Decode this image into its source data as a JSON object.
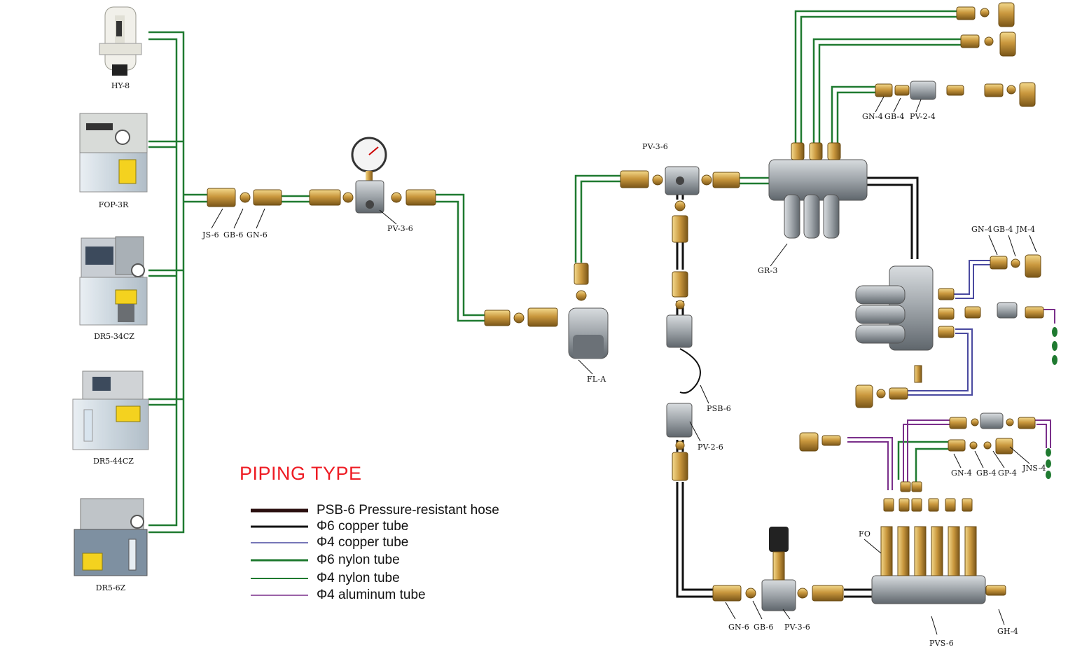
{
  "pumps": [
    {
      "label": "HY-8"
    },
    {
      "label": "FOP-3R"
    },
    {
      "label": "DR5-34CZ"
    },
    {
      "label": "DR5-44CZ"
    },
    {
      "label": "DR5-6Z"
    }
  ],
  "part_labels": {
    "js6": "JS-6",
    "gb6a": "GB-6",
    "gn6a": "GN-6",
    "pv36a": "PV-3-6",
    "fla": "FL-A",
    "pv36b": "PV-3-6",
    "psb6": "PSB-6",
    "pv26": "PV-2-6",
    "gr3": "GR-3",
    "gn4a": "GN-4",
    "gb4a": "GB-4",
    "pv24": "PV-2-4",
    "gn4b": "GN-4",
    "gb4b": "GB-4",
    "jm4": "JM-4",
    "gn4c": "GN-4",
    "gb4c": "GB-4",
    "gp4": "GP-4",
    "jns4": "JNS-4",
    "fo": "FO",
    "gn6b": "GN-6",
    "gb6b": "GB-6",
    "pv36c": "PV-3-6",
    "pvs6": "PVS-6",
    "gh4": "GH-4"
  },
  "legend": {
    "title": "PIPING TYPE",
    "items": [
      {
        "label": "PSB-6 Pressure-resistant hose",
        "color": "#2a0f0f"
      },
      {
        "label": "Φ6 copper tube",
        "color": "#111111"
      },
      {
        "label": "Φ4 copper tube",
        "color": "#3b3b8f"
      },
      {
        "label": "Φ6 nylon tube",
        "color": "#1e6b2a"
      },
      {
        "label": "Φ4 nylon tube",
        "color": "#1e6b2a"
      },
      {
        "label": "Φ4 aluminum tube",
        "color": "#7a2f8a"
      }
    ]
  },
  "colors": {
    "nylon": "#1f7a30",
    "copper6": "#111111",
    "copper4": "#4a4aa0",
    "aluminum": "#7a2f8a",
    "hose": "#2a0f0f",
    "brass": "#c9a04a",
    "steel": "#9aa0a6",
    "title_red": "#ee1c24"
  }
}
